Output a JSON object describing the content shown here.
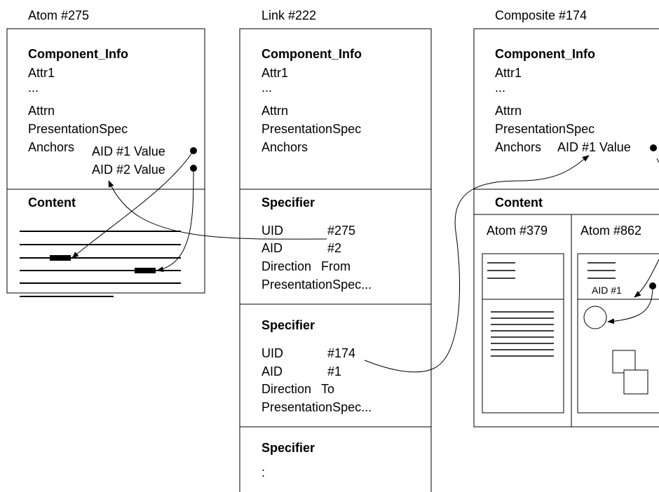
{
  "atom275": {
    "title": "Atom #275",
    "info_heading": "Component_Info",
    "attr1": "Attr1",
    "ellipsis": "...",
    "attrn": "Attrn",
    "presentation_spec": "PresentationSpec",
    "anchors_label": "Anchors",
    "anchor1": "AID #1 Value",
    "anchor2": "AID #2 Value",
    "content_heading": "Content"
  },
  "link222": {
    "title": "Link #222",
    "info_heading": "Component_Info",
    "attr1": "Attr1",
    "ellipsis": "...",
    "attrn": "Attrn",
    "presentation_spec": "PresentationSpec",
    "anchors_label": "Anchors",
    "specifiers": [
      {
        "heading": "Specifier",
        "uid_label": "UID",
        "uid_value": "#275",
        "aid_label": "AID",
        "aid_value": "#2",
        "direction_label": "Direction",
        "direction_value": "From",
        "pspec": "PresentationSpec..."
      },
      {
        "heading": "Specifier",
        "uid_label": "UID",
        "uid_value": "#174",
        "aid_label": "AID",
        "aid_value": "#1",
        "direction_label": "Direction",
        "direction_value": "To",
        "pspec": "PresentationSpec..."
      },
      {
        "heading": "Specifier",
        "more": ":"
      }
    ]
  },
  "composite174": {
    "title": "Composite #174",
    "info_heading": "Component_Info",
    "attr1": "Attr1",
    "ellipsis": "...",
    "attrn": "Attrn",
    "presentation_spec": "PresentationSpec",
    "anchors_label": "Anchors",
    "anchor1": "AID #1 Value",
    "content_heading": "Content",
    "atom_a": "Atom #379",
    "atom_b": "Atom #862",
    "atom_b_anchor": "AID #1"
  }
}
